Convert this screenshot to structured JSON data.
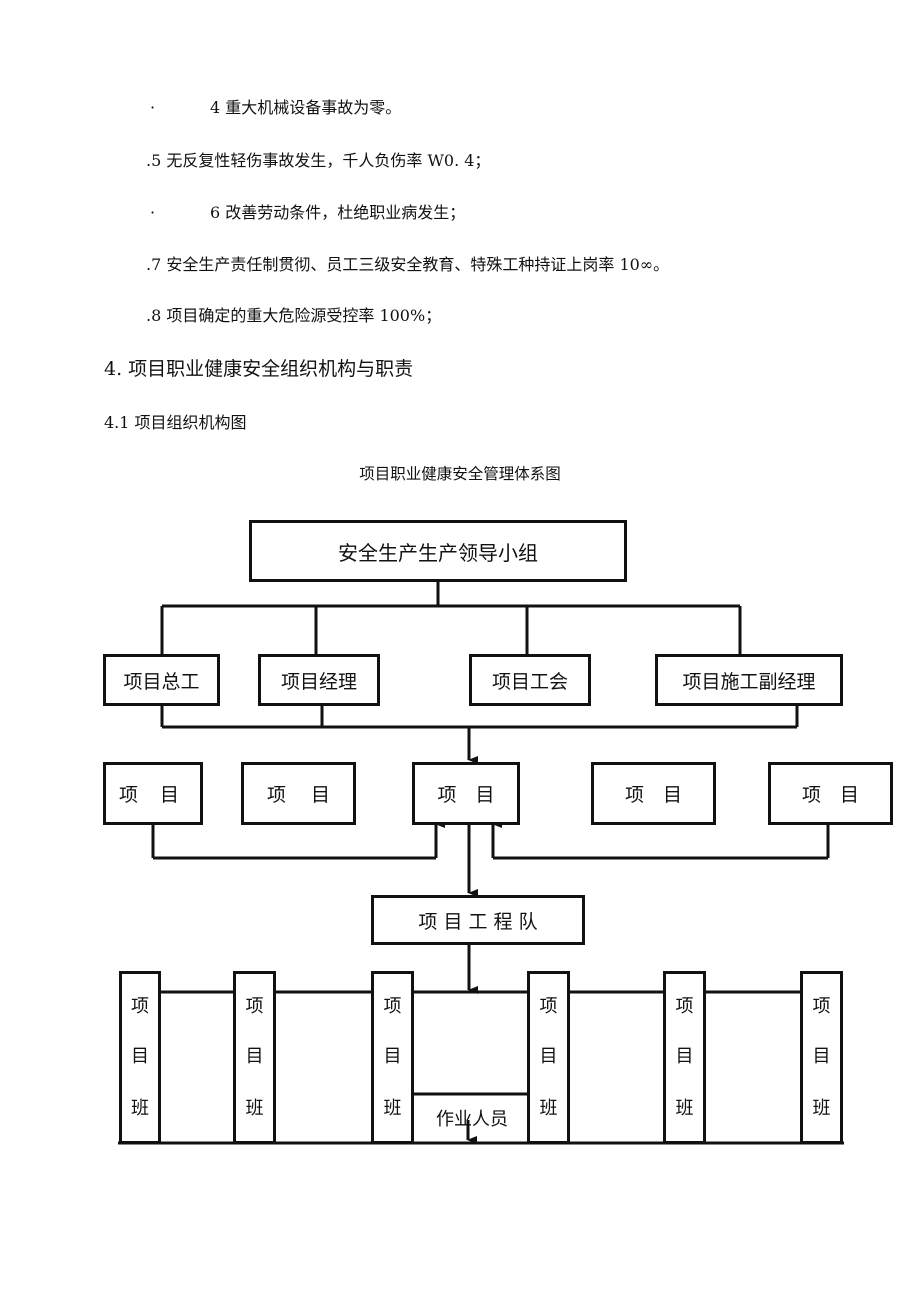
{
  "targets": [
    {
      "prefix": "·",
      "text": "4 重大机械设备事故为零。"
    },
    {
      "prefix": ".",
      "text": "5 无反复性轻伤事故发生，千人负伤率 W0. 4；"
    },
    {
      "prefix": "·",
      "text": "6 改善劳动条件，杜绝职业病发生；"
    },
    {
      "prefix": ".",
      "text": "7 安全生产责任制贯彻、员工三级安全教育、特殊工种持证上岗率 10∞。"
    },
    {
      "prefix": ".",
      "text": "8 项目确定的重大危险源受控率 100%；"
    }
  ],
  "section_heading": "4.  项目职业健康安全组织机构与职责",
  "subsection_heading": "4.1  项目组织机构图",
  "diagram": {
    "title": "项目职业健康安全管理体系图",
    "top_box": "安全生产生产领导小组",
    "level2": [
      "项目总工",
      "项目经理",
      "项目工会",
      "项目施工副经理"
    ],
    "level3": [
      "项 目",
      "项　 目",
      "项　目",
      "项　目",
      "项　目"
    ],
    "team": "项 目 工 程 队",
    "class_boxes": [
      {
        "c1": "项",
        "c2": "目",
        "c3": "班"
      },
      {
        "c1": "项",
        "c2": "目",
        "c3": "班"
      },
      {
        "c1": "项",
        "c2": "目",
        "c3": "班"
      },
      {
        "c1": "项",
        "c2": "目",
        "c3": "班"
      },
      {
        "c1": "项",
        "c2": "目",
        "c3": "班"
      },
      {
        "c1": "项",
        "c2": "目",
        "c3": "班"
      }
    ],
    "workers": "作业人员"
  }
}
